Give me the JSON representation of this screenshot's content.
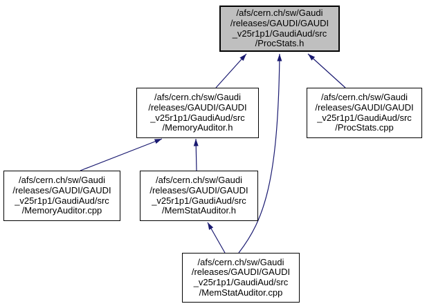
{
  "diagram": {
    "kind": "include-dependency-graph",
    "nodes": [
      {
        "id": "procstats-h",
        "label": "/afs/cern.ch/sw/Gaudi\n/releases/GAUDI/GAUDI\n_v25r1p1/GaudiAud/src\n/ProcStats.h",
        "highlighted": true
      },
      {
        "id": "memoryauditor-h",
        "label": "/afs/cern.ch/sw/Gaudi\n/releases/GAUDI/GAUDI\n_v25r1p1/GaudiAud/src\n/MemoryAuditor.h",
        "highlighted": false
      },
      {
        "id": "procstats-cpp",
        "label": "/afs/cern.ch/sw/Gaudi\n/releases/GAUDI/GAUDI\n_v25r1p1/GaudiAud/src\n/ProcStats.cpp",
        "highlighted": false
      },
      {
        "id": "memoryauditor-cpp",
        "label": "/afs/cern.ch/sw/Gaudi\n/releases/GAUDI/GAUDI\n_v25r1p1/GaudiAud/src\n/MemoryAuditor.cpp",
        "highlighted": false
      },
      {
        "id": "memstatauditor-h",
        "label": "/afs/cern.ch/sw/Gaudi\n/releases/GAUDI/GAUDI\n_v25r1p1/GaudiAud/src\n/MemStatAuditor.h",
        "highlighted": false
      },
      {
        "id": "memstatauditor-cpp",
        "label": "/afs/cern.ch/sw/Gaudi\n/releases/GAUDI/GAUDI\n_v25r1p1/GaudiAud/src\n/MemStatAuditor.cpp",
        "highlighted": false
      }
    ],
    "edges": [
      {
        "from": "memoryauditor-h",
        "to": "procstats-h"
      },
      {
        "from": "procstats-cpp",
        "to": "procstats-h"
      },
      {
        "from": "memstatauditor-cpp",
        "to": "procstats-h"
      },
      {
        "from": "memoryauditor-cpp",
        "to": "memoryauditor-h"
      },
      {
        "from": "memstatauditor-h",
        "to": "memoryauditor-h"
      },
      {
        "from": "memstatauditor-cpp",
        "to": "memstatauditor-h"
      }
    ],
    "colors": {
      "edge": "#191970",
      "node_border": "#000000",
      "node_fill": "#ffffff",
      "highlight_fill": "#bfbfbf",
      "background": "#ffffff"
    }
  }
}
